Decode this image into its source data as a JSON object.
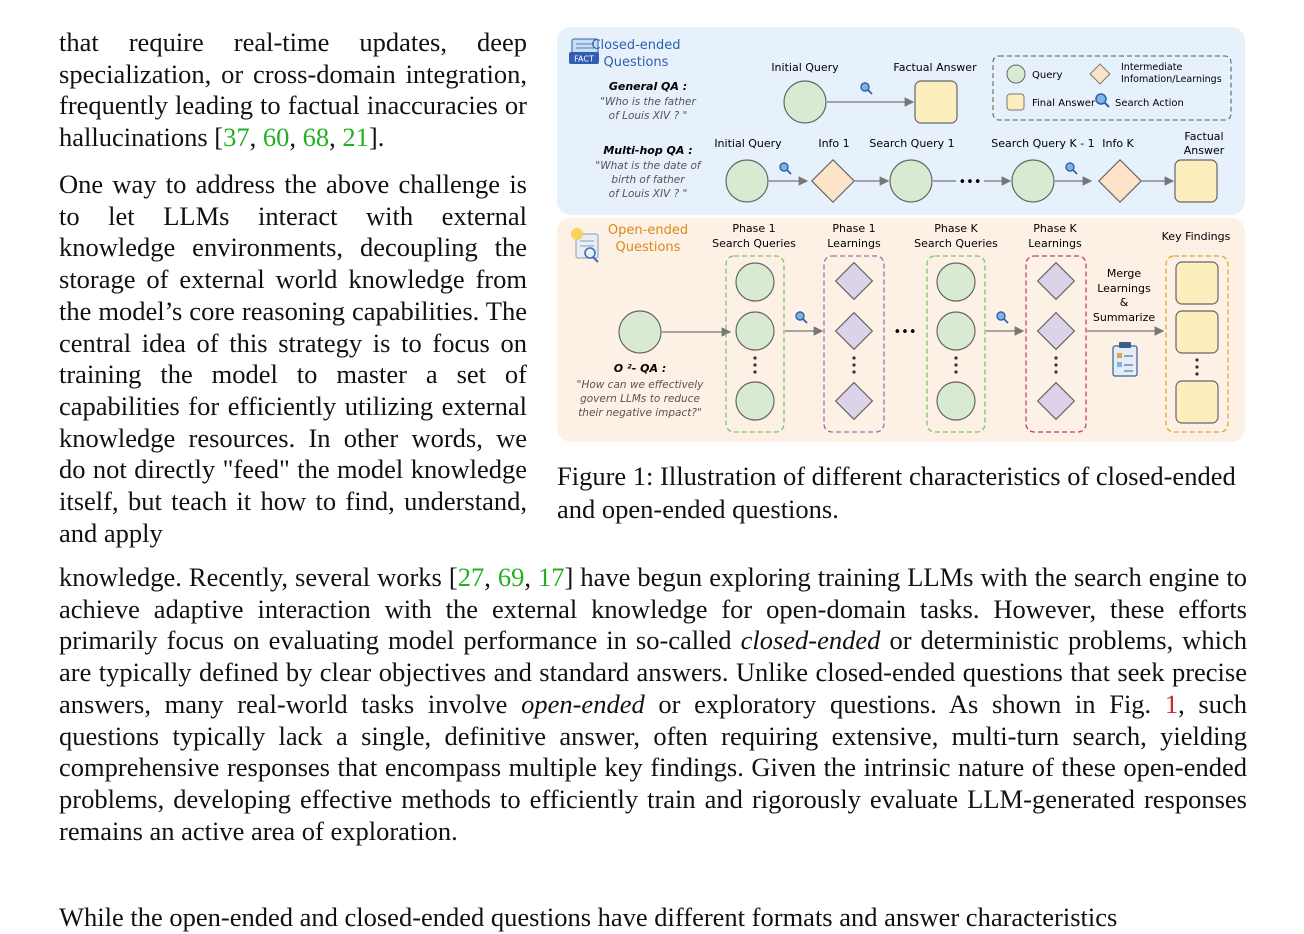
{
  "paragraph1": {
    "lead": "that require real-time updates, deep specialization, or cross-domain integration, frequently leading to factual inaccuracies or hallucinations [",
    "cites": [
      "37",
      "60",
      "68",
      "21"
    ],
    "sep": ", ",
    "tail": "]."
  },
  "paragraph2": {
    "left_text": "One way to address the above challenge is to let LLMs interact with external knowledge environments, decoupling the storage of external world knowledge from the model’s core reasoning capabilities. The central idea of this strategy is to focus on training the model to master a set of capabilities for efficiently utilizing external knowledge resources. In other words, we do not directly \"feed\" the model knowledge itself, but teach it how to find, understand, and apply",
    "full_a": "knowledge.  Recently, several works [",
    "cites": [
      "27",
      "69",
      "17"
    ],
    "full_b": "] have begun exploring training LLMs with the search engine to achieve adaptive interaction with the external knowledge for open-domain tasks. However, these efforts primarily focus on evaluating model performance in so-called ",
    "em1": "closed-ended",
    "full_c": " or deterministic problems, which are typically defined by clear objectives and standard answers. Unlike closed-ended questions that seek precise answers, many real-world tasks involve ",
    "em2": "open-ended",
    "full_d": " or exploratory questions.  As shown in Fig. ",
    "fig_ref": "1",
    "full_e": ", such questions typically lack a single, definitive answer, often requiring extensive, multi-turn search, yielding comprehensive responses that encompass multiple key findings. Given the intrinsic nature of these open-ended problems, developing effective methods to efficiently train and rigorously evaluate LLM-generated responses remains an active area of exploration."
  },
  "paragraph3": {
    "text": "While the open-ended and closed-ended questions have different formats and answer characteristics"
  },
  "caption": {
    "text": "Figure 1: Illustration of different characteristics of closed-ended and open-ended questions."
  },
  "figure": {
    "closed": {
      "title": [
        "Closed-ended",
        "Questions"
      ],
      "icon_text": "FACT",
      "general_label": "General QA :",
      "general_q": [
        "\"Who is the father",
        "of Louis XIV ? \""
      ],
      "initial_query": "Initial Query",
      "factual_answer": "Factual Answer",
      "multihop_label": "Multi-hop QA :",
      "multihop_q": [
        "\"What is the date of",
        "birth of father",
        "of Louis XIV ? \""
      ],
      "chain_labels": [
        "Initial Query",
        "Info 1",
        "Search Query 1",
        "Search Query K - 1",
        "Info K"
      ],
      "final_label": [
        "Factual",
        "Answer"
      ],
      "ellipsis": "•••"
    },
    "legend": {
      "query": "Query",
      "intermediate": [
        "Intermediate",
        "Infomation/Learnings"
      ],
      "final": "Final Answer",
      "search": "Search Action"
    },
    "open": {
      "title": [
        "Open-ended",
        "Questions"
      ],
      "o2_label": "O ²- QA :",
      "o2_q": [
        "\"How can we effectively",
        "govern LLMs to reduce",
        "their negative impact?\""
      ],
      "col_labels": [
        [
          "Phase 1",
          "Search Queries"
        ],
        [
          "Phase 1",
          "Learnings"
        ],
        [
          "Phase K",
          "Search Queries"
        ],
        [
          "Phase K",
          "Learnings"
        ]
      ],
      "merge": [
        "Merge",
        "Learnings",
        "&",
        "Summarize"
      ],
      "key_findings": "Key Findings",
      "ellipsis": "•••"
    },
    "colors": {
      "closed_bg": "#e6f1fb",
      "open_bg": "#fdf1e6",
      "query_fill": "#d9ead3",
      "info_fill": "#fde4c8",
      "final_fill": "#fdeebd",
      "learning_fill": "#ddd3e8",
      "title_closed": "#2f5fb0",
      "title_open": "#d98a1a"
    }
  }
}
